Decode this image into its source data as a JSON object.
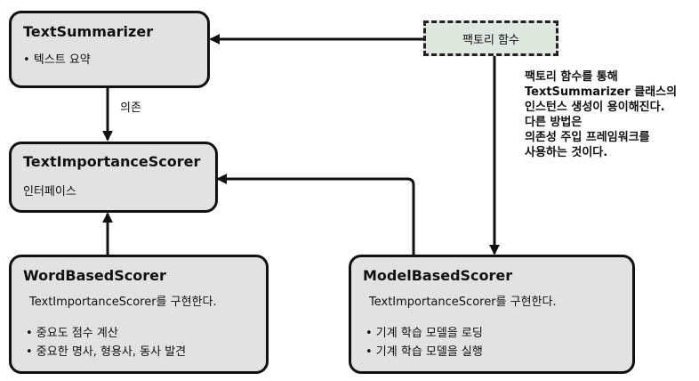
{
  "factory": {
    "label": "팩토리 함수"
  },
  "relation": {
    "label": "의존"
  },
  "note": {
    "lines": [
      "팩토리 함수를 통해",
      "TextSummarizer 클래스의",
      "인스턴스 생성이 용이해진다.",
      "다른 방법은",
      "의존성 주입 프레임워크를",
      "사용하는 것이다."
    ]
  },
  "text_summarizer": {
    "title": "TextSummarizer",
    "items": [
      "• 텍스트 요약"
    ]
  },
  "text_importance_scorer": {
    "title": "TextImportanceScorer",
    "subtitle": "인터페이스"
  },
  "word_based_scorer": {
    "title": "WordBasedScorer",
    "description": "TextImportanceScorer를 구현한다.",
    "items": [
      "• 중요도 점수 계산",
      "• 중요한 명사, 형용사, 동사 발견"
    ]
  },
  "model_based_scorer": {
    "title": "ModelBasedScorer",
    "description": "TextImportanceScorer를 구현한다.",
    "items": [
      "• 기계 학습 모델을 로딩",
      "• 기계 학습 모델을 실행"
    ]
  }
}
